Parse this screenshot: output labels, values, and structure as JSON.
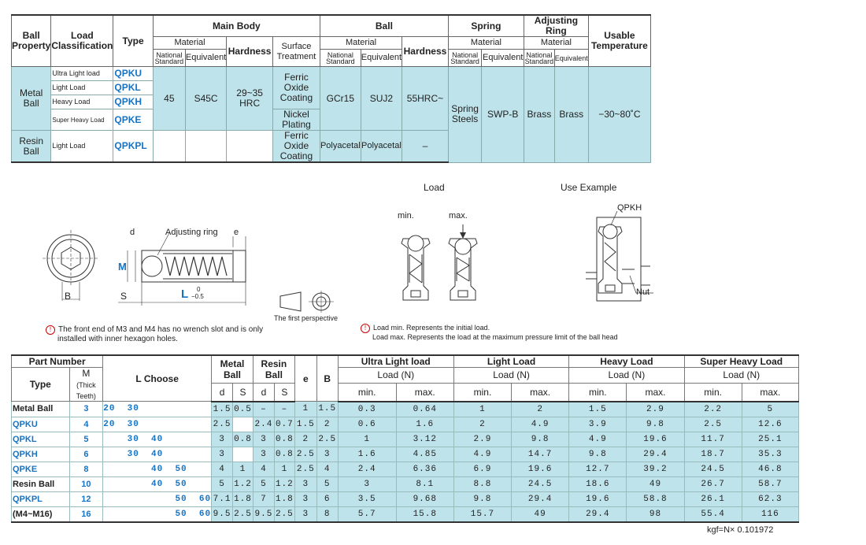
{
  "spec_table": {
    "headers": {
      "ball_property": "Ball Property",
      "load_classification": "Load Classification",
      "type": "Type",
      "main_body": "Main Body",
      "ball": "Ball",
      "spring": "Spring",
      "adjusting_ring": "Adjusting Ring",
      "usable_temperature": "Usable Temperature",
      "material": "Material",
      "hardness": "Hardness",
      "surface_treatment": "Surface Treatment",
      "national_standard": "National Standard",
      "equivalent": "Equivalent"
    },
    "metal_ball": "Metal Ball",
    "resin_ball": "Resin Ball",
    "rows": [
      {
        "load": "Ultra Light load",
        "type": "QPKU"
      },
      {
        "load": "Light Load",
        "type": "QPKL"
      },
      {
        "load": "Heavy Load",
        "type": "QPKH"
      },
      {
        "load": "Super Heavy Load",
        "type": "QPKE"
      },
      {
        "load": "Light Load",
        "type": "QPKPL"
      }
    ],
    "metal": {
      "body_national": "45",
      "body_equivalent": "S45C",
      "body_hardness": "29~35 HRC",
      "surface_coating": "Ferric Oxide Coating",
      "surface_nickel": "Nickel Plating",
      "ball_national": "GCr15",
      "ball_equivalent": "SUJ2",
      "ball_hardness": "55HRC~"
    },
    "resin": {
      "surface": "Ferric Oxide Coating",
      "ball_national": "Polyacetal",
      "ball_equivalent": "Polyacetal",
      "ball_hardness": "–"
    },
    "spring_national": "Spring Steels",
    "spring_equivalent": "SWP-B",
    "ring_national": "Brass",
    "ring_equivalent": "Brass",
    "temperature": "−30~80˚C"
  },
  "drawing": {
    "adjusting_ring": "Adjusting ring",
    "e": "e",
    "d": "d",
    "m": "M",
    "b": "B",
    "s": "S",
    "l": "L",
    "tol_upper": "0",
    "tol_lower": "−0.5",
    "first_perspective": "The first perspective",
    "note_icon": "!",
    "note_line1": "The front end of M3 and M4 has no wrench slot and is only",
    "note_line2": "installed with inner hexagon holes."
  },
  "load_diagram": {
    "title": "Load",
    "min": "min.",
    "max": "max.",
    "note_line1": "Load min.  Represents the initial load.",
    "note_line2": "Load max.  Represents the load at the maximum pressure limit of the ball head"
  },
  "use_example": {
    "title": "Use Example",
    "part": "QPKH",
    "nut": "Nut"
  },
  "dims_table": {
    "headers": {
      "part_number": "Part Number",
      "type": "Type",
      "m": "M",
      "thick_teeth": "(Thick Teeth)",
      "l_choose": "L Choose",
      "metal_ball": "Metal Ball",
      "resin_ball": "Resin Ball",
      "d": "d",
      "s": "S",
      "e": "e",
      "b": "B",
      "ultra_light": "Ultra Light load",
      "light": "Light Load",
      "heavy": "Heavy Load",
      "super_heavy": "Super Heavy Load",
      "load_n": "Load (N)",
      "min": "min.",
      "max": "max."
    },
    "rows": [
      {
        "type": "Metal Ball",
        "m": "3",
        "l": "20  30",
        "md": "1.5",
        "ms": "0.5",
        "rd": "–",
        "rs": "–",
        "e": "1",
        "b": "1.5",
        "ul_min": "0.3",
        "ul_max": "0.64",
        "l_min": "1",
        "l_max": "2",
        "h_min": "1.5",
        "h_max": "2.9",
        "sh_min": "2.2",
        "sh_max": "5"
      },
      {
        "type": "QPKU",
        "m": "4",
        "l": "20  30",
        "md": "2.5",
        "ms": "",
        "rd": "2.4",
        "rs": "0.7",
        "e": "1.5",
        "b": "2",
        "ul_min": "0.6",
        "ul_max": "1.6",
        "l_min": "2",
        "l_max": "4.9",
        "h_min": "3.9",
        "h_max": "9.8",
        "sh_min": "2.5",
        "sh_max": "12.6"
      },
      {
        "type": "QPKL",
        "m": "5",
        "l": "    30  40",
        "md": "3",
        "ms": "0.8",
        "rd": "3",
        "rs": "0.8",
        "e": "2",
        "b": "2.5",
        "ul_min": "1",
        "ul_max": "3.12",
        "l_min": "2.9",
        "l_max": "9.8",
        "h_min": "4.9",
        "h_max": "19.6",
        "sh_min": "11.7",
        "sh_max": "25.1"
      },
      {
        "type": "QPKH",
        "m": "6",
        "l": "    30  40",
        "md": "3",
        "ms": "",
        "rd": "3",
        "rs": "0.8",
        "e": "2.5",
        "b": "3",
        "ul_min": "1.6",
        "ul_max": "4.85",
        "l_min": "4.9",
        "l_max": "14.7",
        "h_min": "9.8",
        "h_max": "29.4",
        "sh_min": "18.7",
        "sh_max": "35.3"
      },
      {
        "type": "QPKE",
        "m": "8",
        "l": "        40  50",
        "md": "4",
        "ms": "1",
        "rd": "4",
        "rs": "1",
        "e": "2.5",
        "b": "4",
        "ul_min": "2.4",
        "ul_max": "6.36",
        "l_min": "6.9",
        "l_max": "19.6",
        "h_min": "12.7",
        "h_max": "39.2",
        "sh_min": "24.5",
        "sh_max": "46.8"
      },
      {
        "type": "Resin Ball",
        "m": "10",
        "l": "        40  50",
        "md": "5",
        "ms": "1.2",
        "rd": "5",
        "rs": "1.2",
        "e": "3",
        "b": "5",
        "ul_min": "3",
        "ul_max": "8.1",
        "l_min": "8.8",
        "l_max": "24.5",
        "h_min": "18.6",
        "h_max": "49",
        "sh_min": "26.7",
        "sh_max": "58.7"
      },
      {
        "type": "QPKPL",
        "m": "12",
        "l": "            50  60",
        "md": "7.1",
        "ms": "1.8",
        "rd": "7",
        "rs": "1.8",
        "e": "3",
        "b": "6",
        "ul_min": "3.5",
        "ul_max": "9.68",
        "l_min": "9.8",
        "l_max": "29.4",
        "h_min": "19.6",
        "h_max": "58.8",
        "sh_min": "26.1",
        "sh_max": "62.3"
      },
      {
        "type": "(M4~M16)",
        "m": "16",
        "l": "            50  60",
        "md": "9.5",
        "ms": "2.5",
        "rd": "9.5",
        "rs": "2.5",
        "e": "3",
        "b": "8",
        "ul_min": "5.7",
        "ul_max": "15.8",
        "l_min": "15.7",
        "l_max": "49",
        "h_min": "29.4",
        "h_max": "98",
        "sh_min": "55.4",
        "sh_max": "116"
      }
    ],
    "footnote": "kgf=N× 0.101972"
  }
}
